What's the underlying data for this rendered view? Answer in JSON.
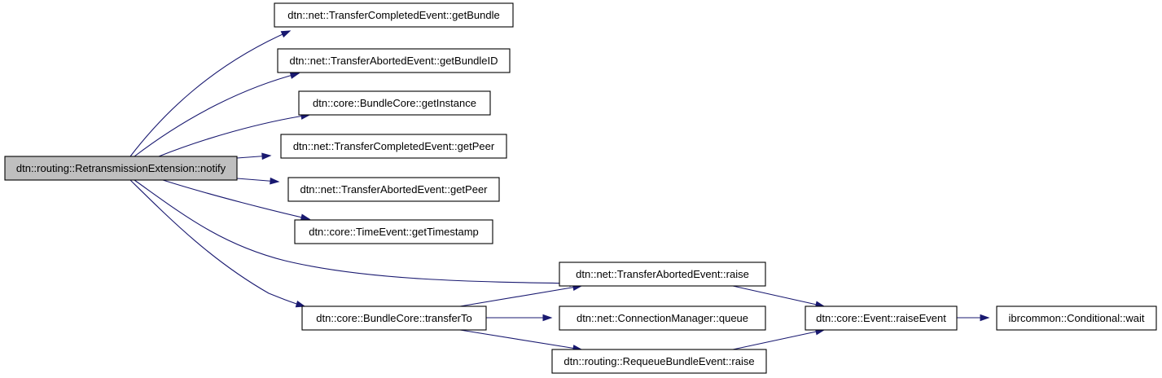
{
  "graph": {
    "nodes": [
      {
        "id": "notify",
        "label": "dtn::routing::RetransmissionExtension::notify",
        "highlighted": true
      },
      {
        "id": "tc_getBundle",
        "label": "dtn::net::TransferCompletedEvent::getBundle"
      },
      {
        "id": "ta_getBundleID",
        "label": "dtn::net::TransferAbortedEvent::getBundleID"
      },
      {
        "id": "bc_getInstance",
        "label": "dtn::core::BundleCore::getInstance"
      },
      {
        "id": "tc_getPeer",
        "label": "dtn::net::TransferCompletedEvent::getPeer"
      },
      {
        "id": "ta_getPeer",
        "label": "dtn::net::TransferAbortedEvent::getPeer"
      },
      {
        "id": "te_getTimestamp",
        "label": "dtn::core::TimeEvent::getTimestamp"
      },
      {
        "id": "ta_raise",
        "label": "dtn::net::TransferAbortedEvent::raise"
      },
      {
        "id": "bc_transferTo",
        "label": "dtn::core::BundleCore::transferTo"
      },
      {
        "id": "cm_queue",
        "label": "dtn::net::ConnectionManager::queue"
      },
      {
        "id": "rq_raise",
        "label": "dtn::routing::RequeueBundleEvent::raise"
      },
      {
        "id": "ev_raiseEvent",
        "label": "dtn::core::Event::raiseEvent"
      },
      {
        "id": "cond_wait",
        "label": "ibrcommon::Conditional::wait"
      }
    ],
    "edges": [
      {
        "from": "notify",
        "to": "tc_getBundle"
      },
      {
        "from": "notify",
        "to": "ta_getBundleID"
      },
      {
        "from": "notify",
        "to": "bc_getInstance"
      },
      {
        "from": "notify",
        "to": "tc_getPeer"
      },
      {
        "from": "notify",
        "to": "ta_getPeer"
      },
      {
        "from": "notify",
        "to": "te_getTimestamp"
      },
      {
        "from": "notify",
        "to": "ta_raise"
      },
      {
        "from": "notify",
        "to": "bc_transferTo"
      },
      {
        "from": "bc_transferTo",
        "to": "ta_raise"
      },
      {
        "from": "bc_transferTo",
        "to": "cm_queue"
      },
      {
        "from": "bc_transferTo",
        "to": "rq_raise"
      },
      {
        "from": "ta_raise",
        "to": "ev_raiseEvent"
      },
      {
        "from": "rq_raise",
        "to": "ev_raiseEvent"
      },
      {
        "from": "ev_raiseEvent",
        "to": "cond_wait"
      }
    ],
    "colors": {
      "edge": "#191970",
      "highlighted_node_fill": "#bfbfbf",
      "node_fill": "#ffffff",
      "node_border": "#000000"
    }
  }
}
